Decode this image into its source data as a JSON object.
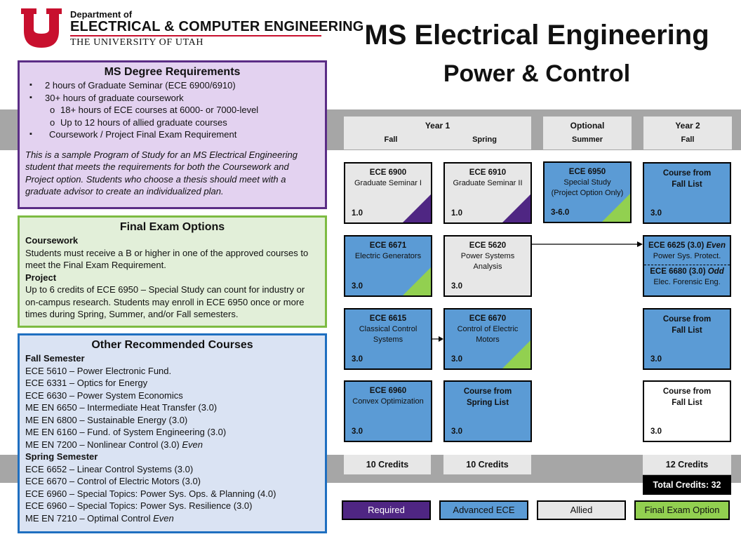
{
  "header": {
    "dept_small": "Department of",
    "dept_big": "ELECTRICAL & COMPUTER ENGINEERING",
    "university": "THE UNIVERSITY OF UTAH",
    "title": "MS Electrical Engineering",
    "subtitle": "Power & Control"
  },
  "colors": {
    "required": "#4f2683",
    "advanced": "#5b9bd5",
    "allied": "#e7e7e7",
    "final_exam": "#92d050",
    "brand_red": "#c8102e"
  },
  "requirements": {
    "heading": "MS Degree Requirements",
    "items": [
      "2 hours of Graduate Seminar (ECE 6900/6910)",
      "30+ hours of graduate coursework",
      "18+ hours of ECE courses at 6000- or 7000-level",
      "Up to 12 hours of allied graduate courses",
      "Coursework / Project Final Exam Requirement"
    ],
    "note": "This is a sample Program of Study for an MS Electrical Engineering student that meets the requirements for both the Coursework and Project option. Students who choose a thesis should meet with a graduate advisor to create an individualized plan."
  },
  "final_exam": {
    "heading": "Final Exam Options",
    "coursework_title": "Coursework",
    "coursework_text": "Students must receive a B or higher in one of the approved courses to meet the Final Exam Requirement.",
    "project_title": "Project",
    "project_text": "Up to 6 credits of ECE 6950  – Special Study can count for industry or on-campus research. Students may enroll in ECE 6950  once or more times during Spring, Summer, and/or Fall semesters."
  },
  "other": {
    "heading": "Other Recommended Courses",
    "fall_title": "Fall Semester",
    "fall": [
      {
        "code": "ECE 5610",
        "name": "– Power Electronic Fund.",
        "tag": ""
      },
      {
        "code": "ECE 6331",
        "name": "– Optics for Energy",
        "tag": ""
      },
      {
        "code": "ECE 6630",
        "name": "– Power System Economics",
        "tag": ""
      },
      {
        "code": "ME EN 6650",
        "name": "– Intermediate Heat Transfer (3.0)",
        "tag": ""
      },
      {
        "code": "ME EN 6800",
        "name": "– Sustainable Energy (3.0)",
        "tag": ""
      },
      {
        "code": "ME EN 6160",
        "name": "– Fund. of System Engineering (3.0)",
        "tag": ""
      },
      {
        "code": "ME EN 7200",
        "name": " – Nonlinear Control (3.0)",
        "tag": "Even"
      }
    ],
    "spring_title": "Spring Semester",
    "spring": [
      {
        "code": "ECE 6652",
        "name": "– Linear Control Systems (3.0)",
        "tag": ""
      },
      {
        "code": "ECE 6670",
        "name": "– Control of Electric Motors (3.0)",
        "tag": ""
      },
      {
        "code": "ECE 6960",
        "name": "– Special Topics: Power Sys. Ops. & Planning (4.0)",
        "tag": ""
      },
      {
        "code": "ECE 6960",
        "name": "– Special Topics: Power Sys. Resilience (3.0)",
        "tag": ""
      },
      {
        "code": "ME EN 7210",
        "name": " – Optimal Control",
        "tag": "Even"
      }
    ]
  },
  "columns": {
    "year1": "Year 1",
    "fall": "Fall",
    "spring": "Spring",
    "optional": "Optional",
    "summer": "Summer",
    "year2": "Year 2",
    "fall2": "Fall"
  },
  "courses": {
    "c6900": {
      "code": "ECE 6900",
      "name": "Graduate Seminar I",
      "credit": "1.0"
    },
    "c6910": {
      "code": "ECE 6910",
      "name": "Graduate Seminar II",
      "credit": "1.0"
    },
    "c6950": {
      "code": "ECE 6950",
      "name1": "Special Study",
      "name2": "(Project Option Only)",
      "credit": "3-6.0"
    },
    "y2a": {
      "line1": "Course from",
      "line2": "Fall List",
      "credit": "3.0"
    },
    "c6671": {
      "code": "ECE 6671",
      "name": "Electric Generators",
      "credit": "3.0"
    },
    "c5620": {
      "code": "ECE 5620",
      "name1": "Power Systems",
      "name2": "Analysis",
      "credit": "3.0"
    },
    "c6625": {
      "code": "ECE 6625 (3.0)",
      "tag": "Even",
      "name": "Power Sys. Protect."
    },
    "c6680": {
      "code": "ECE 6680 (3.0)",
      "tag": "Odd",
      "name": "Elec. Forensic Eng."
    },
    "c6615": {
      "code": "ECE 6615",
      "name1": "Classical Control",
      "name2": "Systems",
      "credit": "3.0"
    },
    "c6670": {
      "code": "ECE 6670",
      "name1": "Control of Electric",
      "name2": "Motors",
      "credit": "3.0"
    },
    "y2c": {
      "line1": "Course from",
      "line2": "Fall List",
      "credit": "3.0"
    },
    "c6960": {
      "code": "ECE 6960",
      "name": "Convex Optimization",
      "credit": "3.0"
    },
    "spr": {
      "line1": "Course from",
      "line2": "Spring List",
      "credit": "3.0"
    },
    "y2d": {
      "line1": "Course from",
      "line2": "Fall List",
      "credit": "3.0"
    }
  },
  "credits": {
    "fall": "10 Credits",
    "spring": "10 Credits",
    "year2": "12 Credits",
    "total": "Total Credits: 32"
  },
  "legend": {
    "required": "Required",
    "advanced": "Advanced ECE",
    "allied": "Allied",
    "final_exam": "Final Exam Option"
  }
}
